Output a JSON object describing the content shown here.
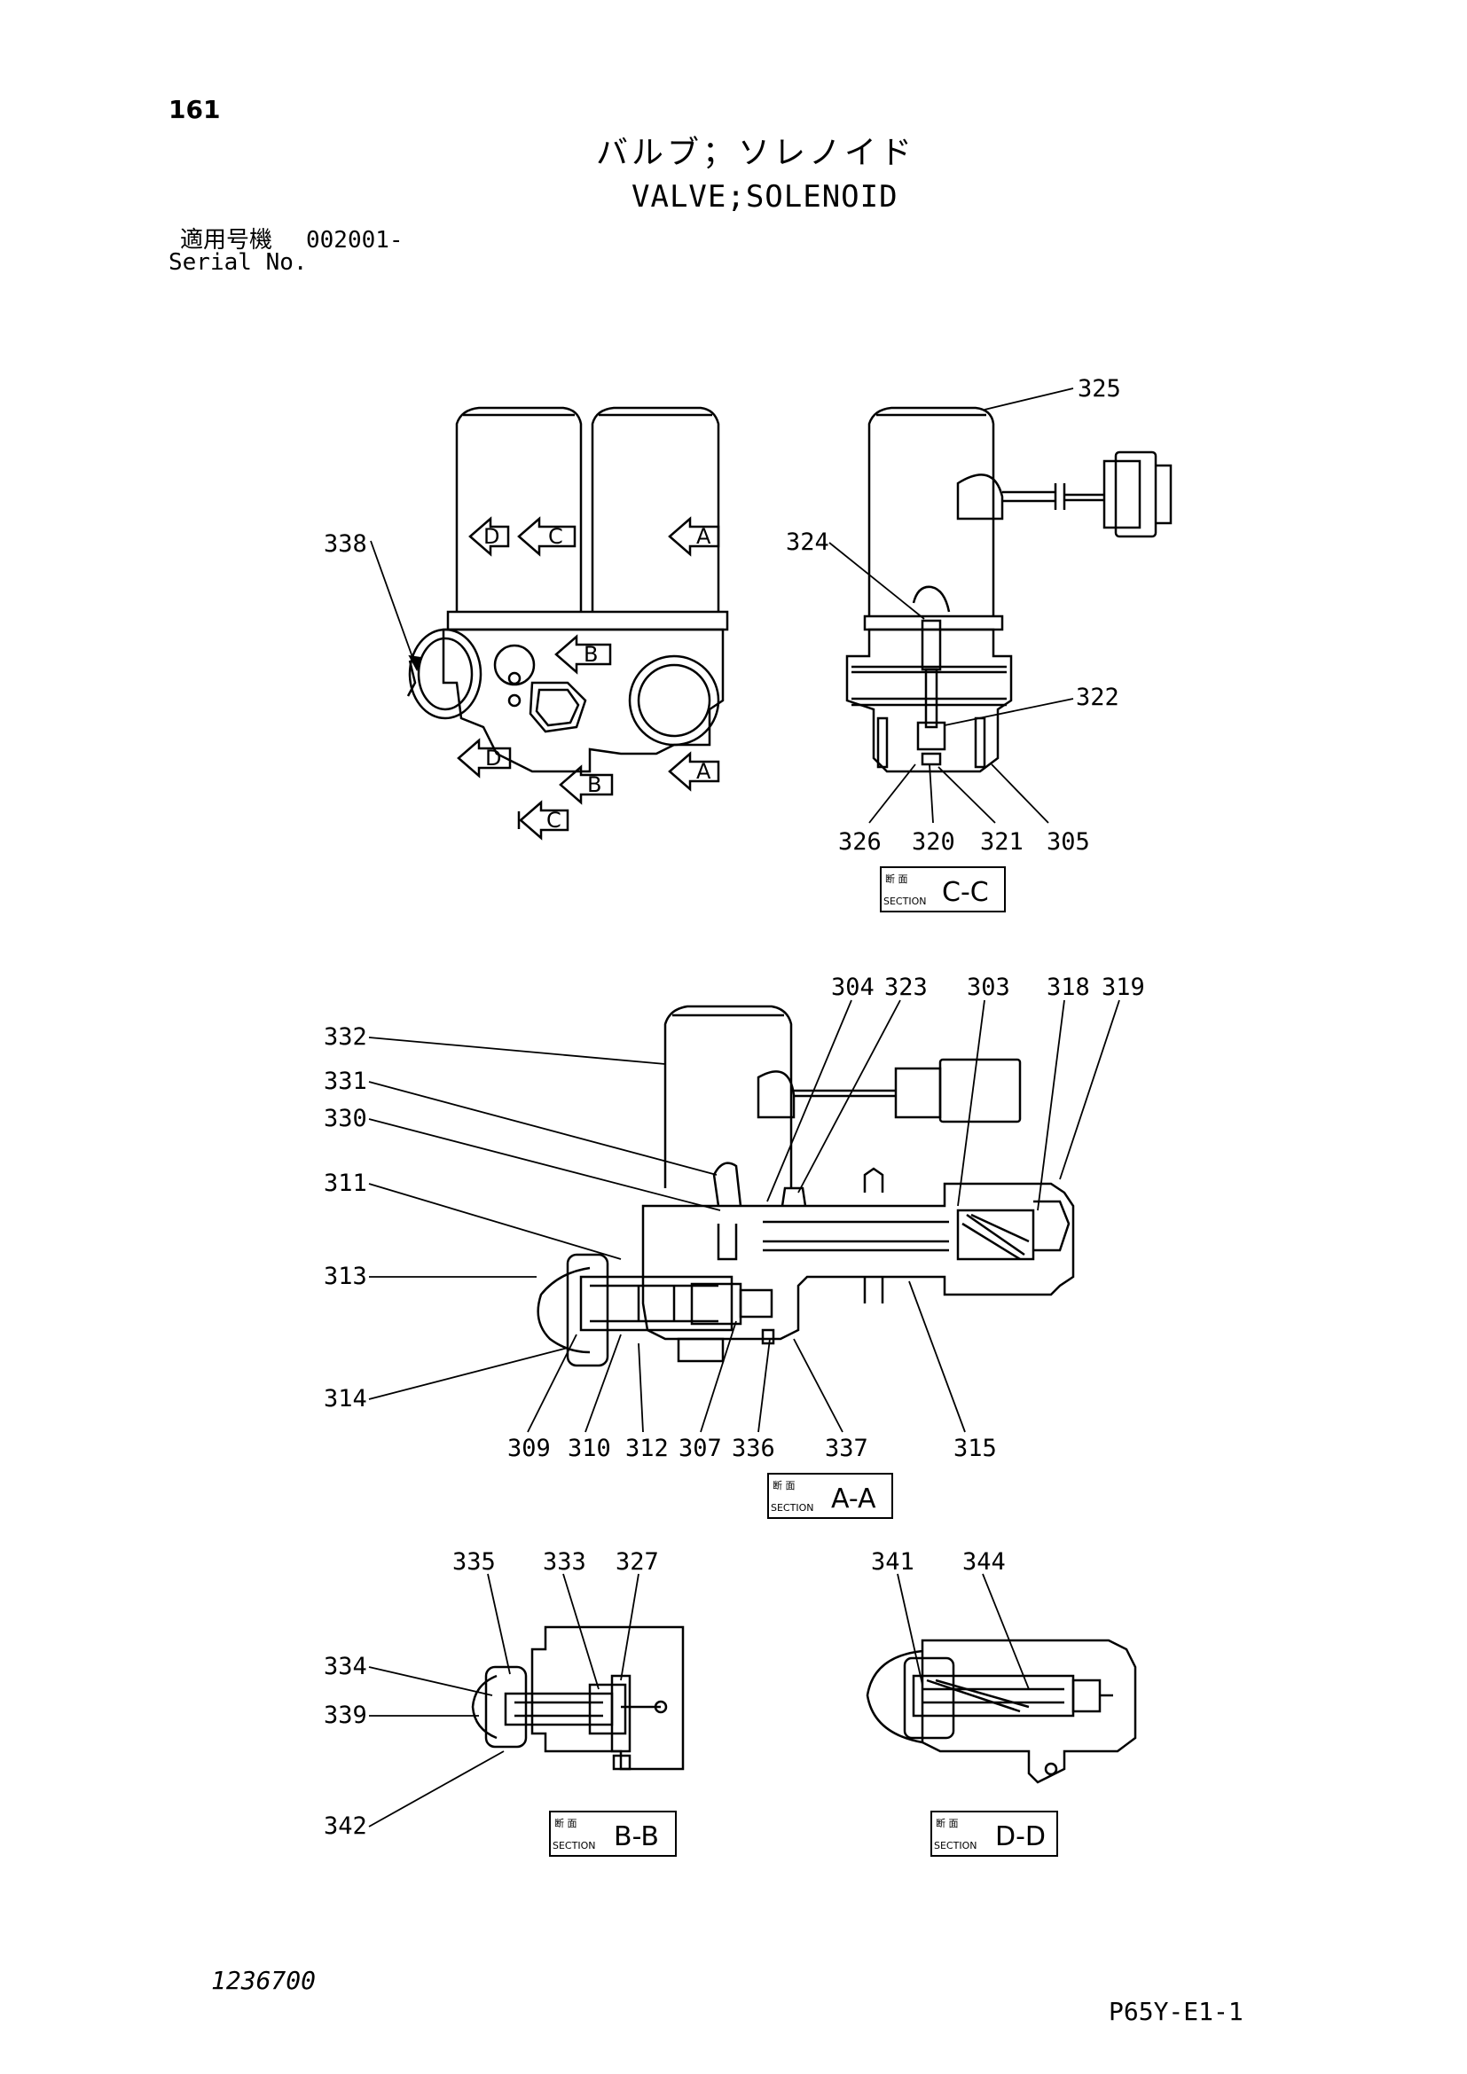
{
  "header": {
    "page_number": "161",
    "title_jp": "バルブ；ソレノイド",
    "title_en": "VALVE;SOLENOID",
    "serial_label_jp": "適用号機",
    "serial_value": "002001-",
    "serial_label_en": "Serial No."
  },
  "views": {
    "top_left": {
      "callouts": [
        "338"
      ],
      "section_arrows": [
        "D",
        "C",
        "A",
        "B",
        "D",
        "B",
        "A",
        "C"
      ]
    },
    "section_cc": {
      "callouts": [
        "325",
        "324",
        "322",
        "326",
        "320",
        "321",
        "305"
      ],
      "label_small_1": "断 面",
      "label_small_2": "SECTION",
      "label": "C-C"
    },
    "section_aa": {
      "callouts": [
        "304",
        "323",
        "303",
        "318",
        "319",
        "332",
        "331",
        "330",
        "311",
        "313",
        "314",
        "309",
        "310",
        "312",
        "307",
        "336",
        "337",
        "315"
      ],
      "label_small_1": "断 面",
      "label_small_2": "SECTION",
      "label": "A-A"
    },
    "section_bb": {
      "callouts": [
        "335",
        "333",
        "327",
        "334",
        "339",
        "342"
      ],
      "label_small_1": "断 面",
      "label_small_2": "SECTION",
      "label": "B-B"
    },
    "section_dd": {
      "callouts": [
        "341",
        "344"
      ],
      "label_small_1": "断 面",
      "label_small_2": "SECTION",
      "label": "D-D"
    }
  },
  "footer": {
    "drawing_number": "1236700",
    "sheet_code": "P65Y-E1-1"
  }
}
